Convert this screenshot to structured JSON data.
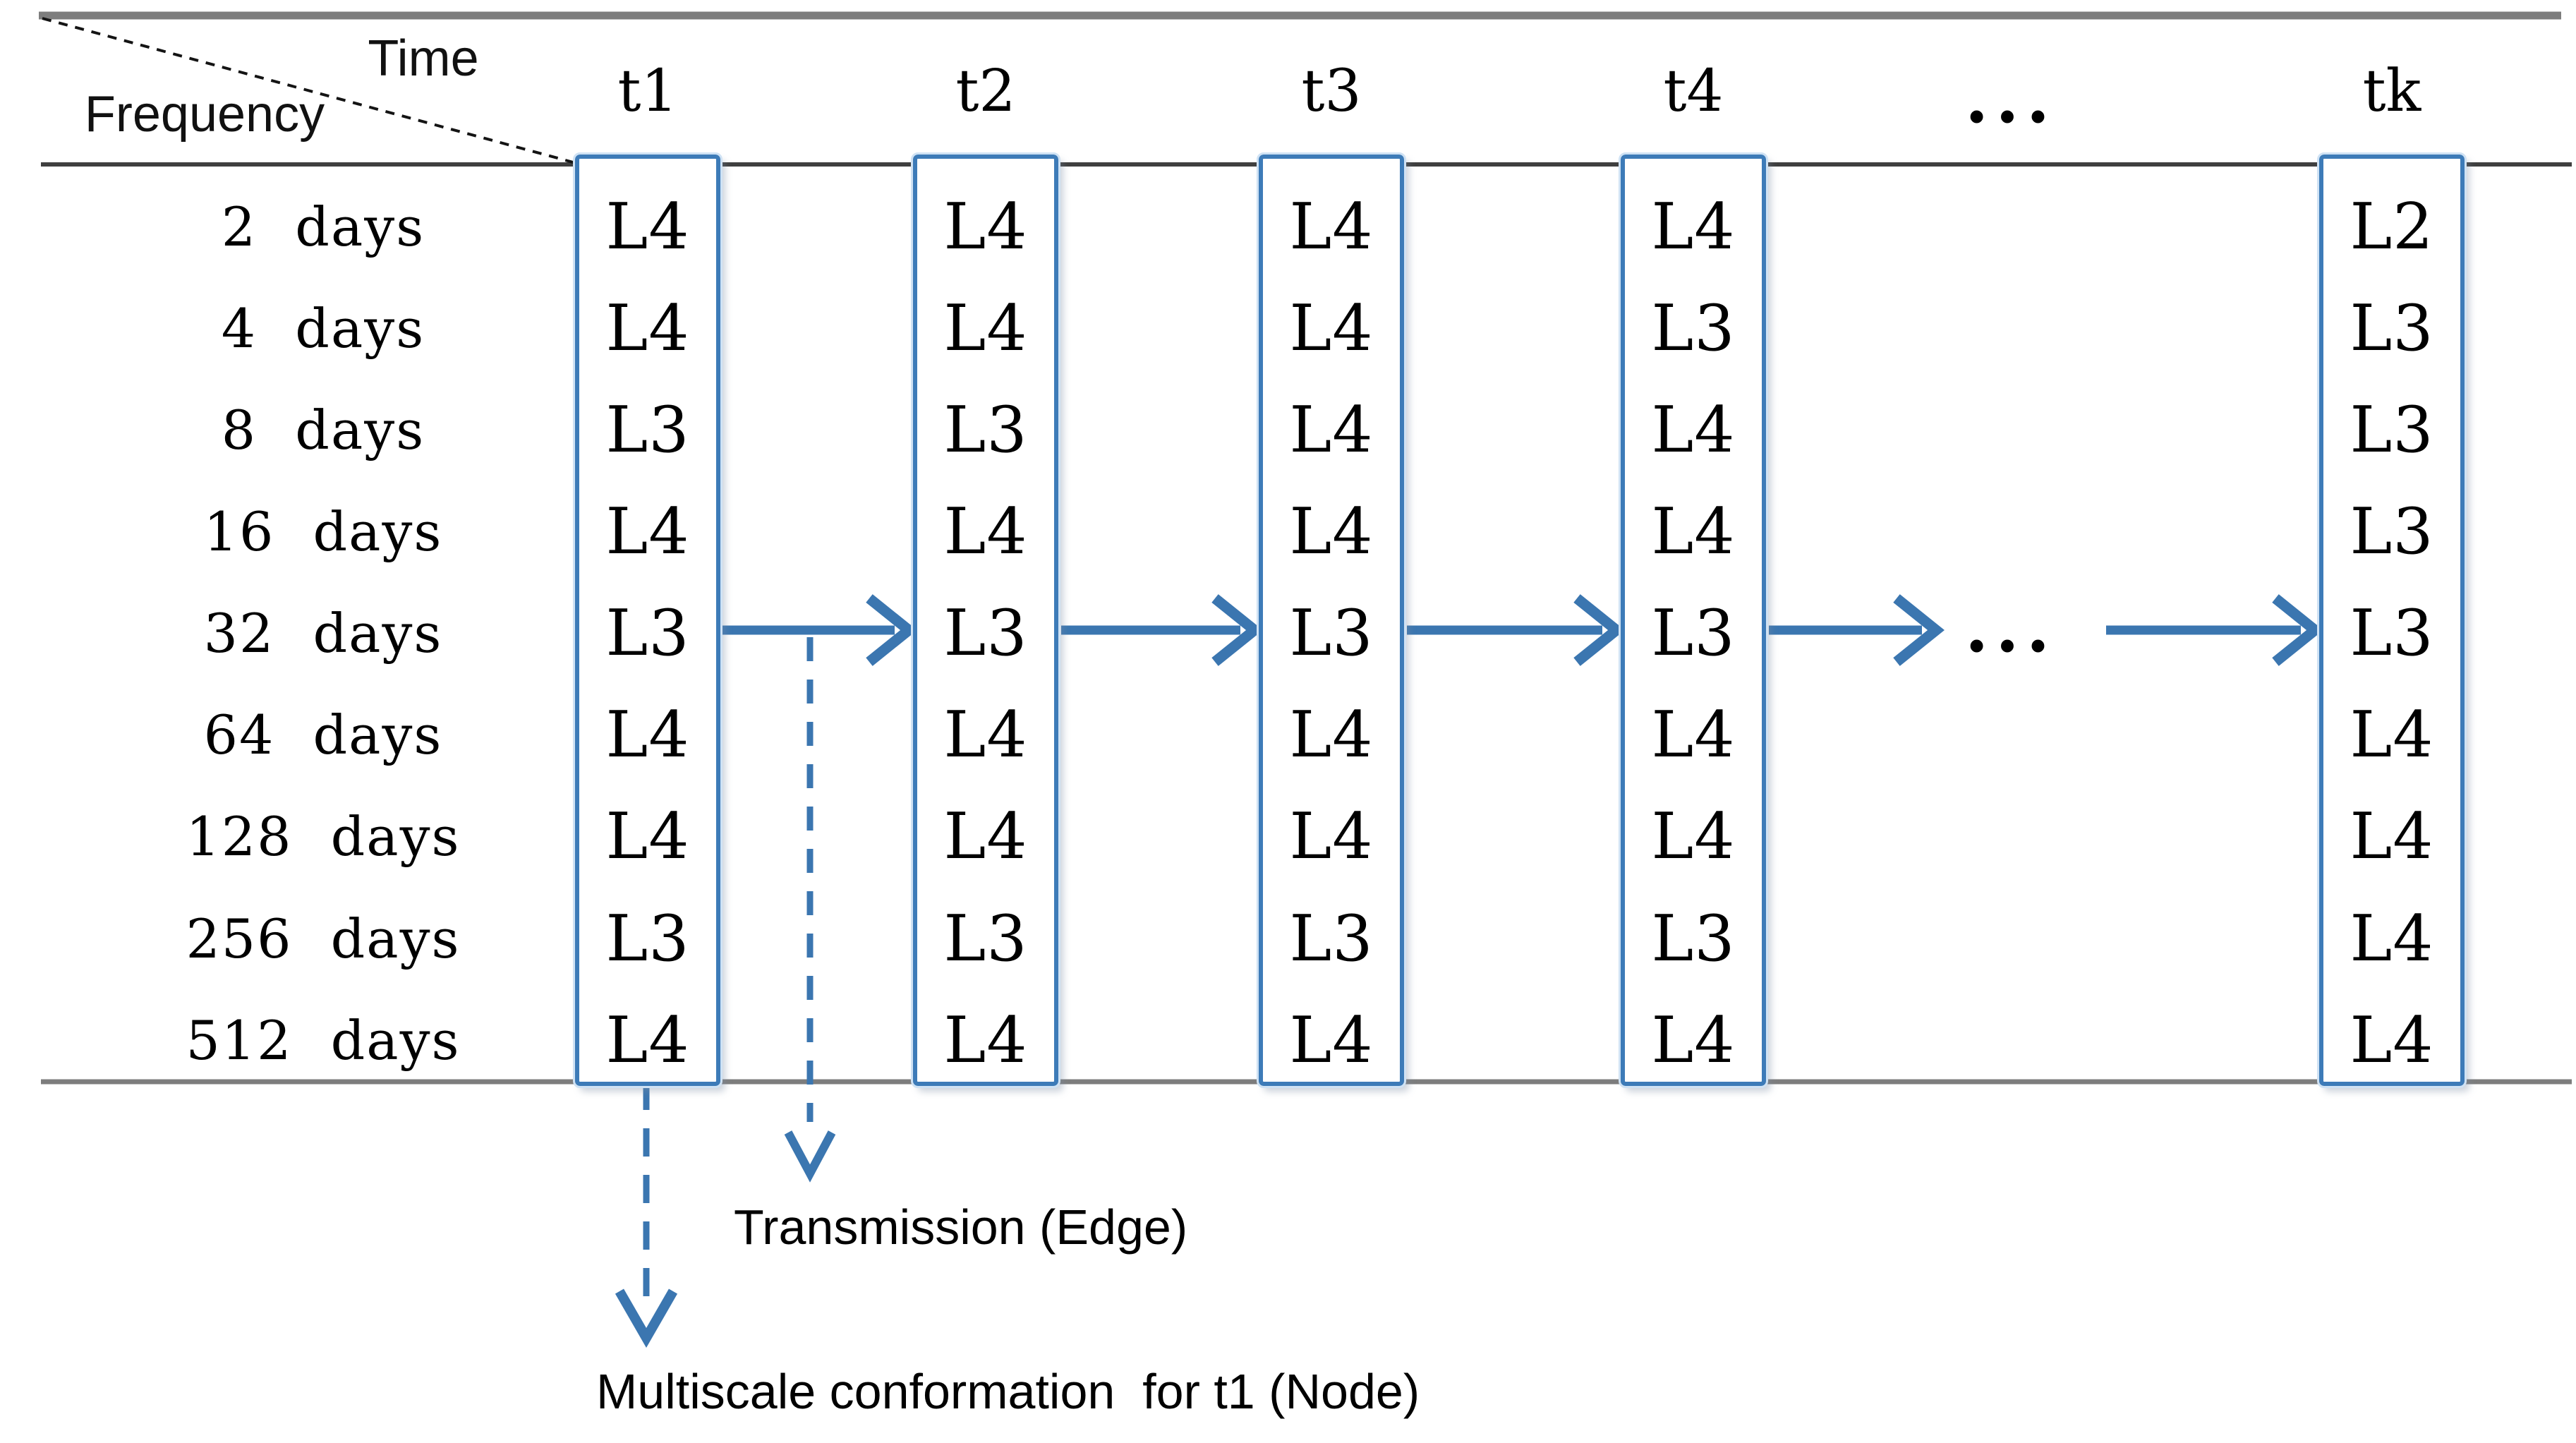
{
  "figure": {
    "axis_corner": {
      "time": "Time",
      "frequency": "Frequency"
    },
    "time_labels": [
      "t1",
      "t2",
      "t3",
      "t4",
      "tk"
    ],
    "header_ellipsis": "...",
    "frequency_labels": [
      "2 days",
      "4 days",
      "8 days",
      "16 days",
      "32 days",
      "64 days",
      "128 days",
      "256 days",
      "512 days"
    ],
    "levels": {
      "t1": [
        "L4",
        "L4",
        "L3",
        "L4",
        "L3",
        "L4",
        "L4",
        "L3",
        "L4"
      ],
      "t2": [
        "L4",
        "L4",
        "L3",
        "L4",
        "L3",
        "L4",
        "L4",
        "L3",
        "L4"
      ],
      "t3": [
        "L4",
        "L4",
        "L4",
        "L4",
        "L3",
        "L4",
        "L4",
        "L3",
        "L4"
      ],
      "t4": [
        "L4",
        "L3",
        "L4",
        "L4",
        "L3",
        "L4",
        "L4",
        "L3",
        "L4"
      ],
      "tk": [
        "L2",
        "L3",
        "L3",
        "L3",
        "L3",
        "L4",
        "L4",
        "L4",
        "L4"
      ]
    },
    "flow_ellipsis": "...",
    "annotations": {
      "transmission": "Transmission (Edge)",
      "multiscale": "Multiscale conformation  for t1 (Node)"
    }
  },
  "colors": {
    "accent_blue": "#3B76B0",
    "box_border_blue": "#3D7BB8",
    "box_halo_blue": "#CFE2F4",
    "line_gray": "#7D7D7D",
    "separator_dark": "#3F3F3F",
    "text_black": "#000000"
  }
}
